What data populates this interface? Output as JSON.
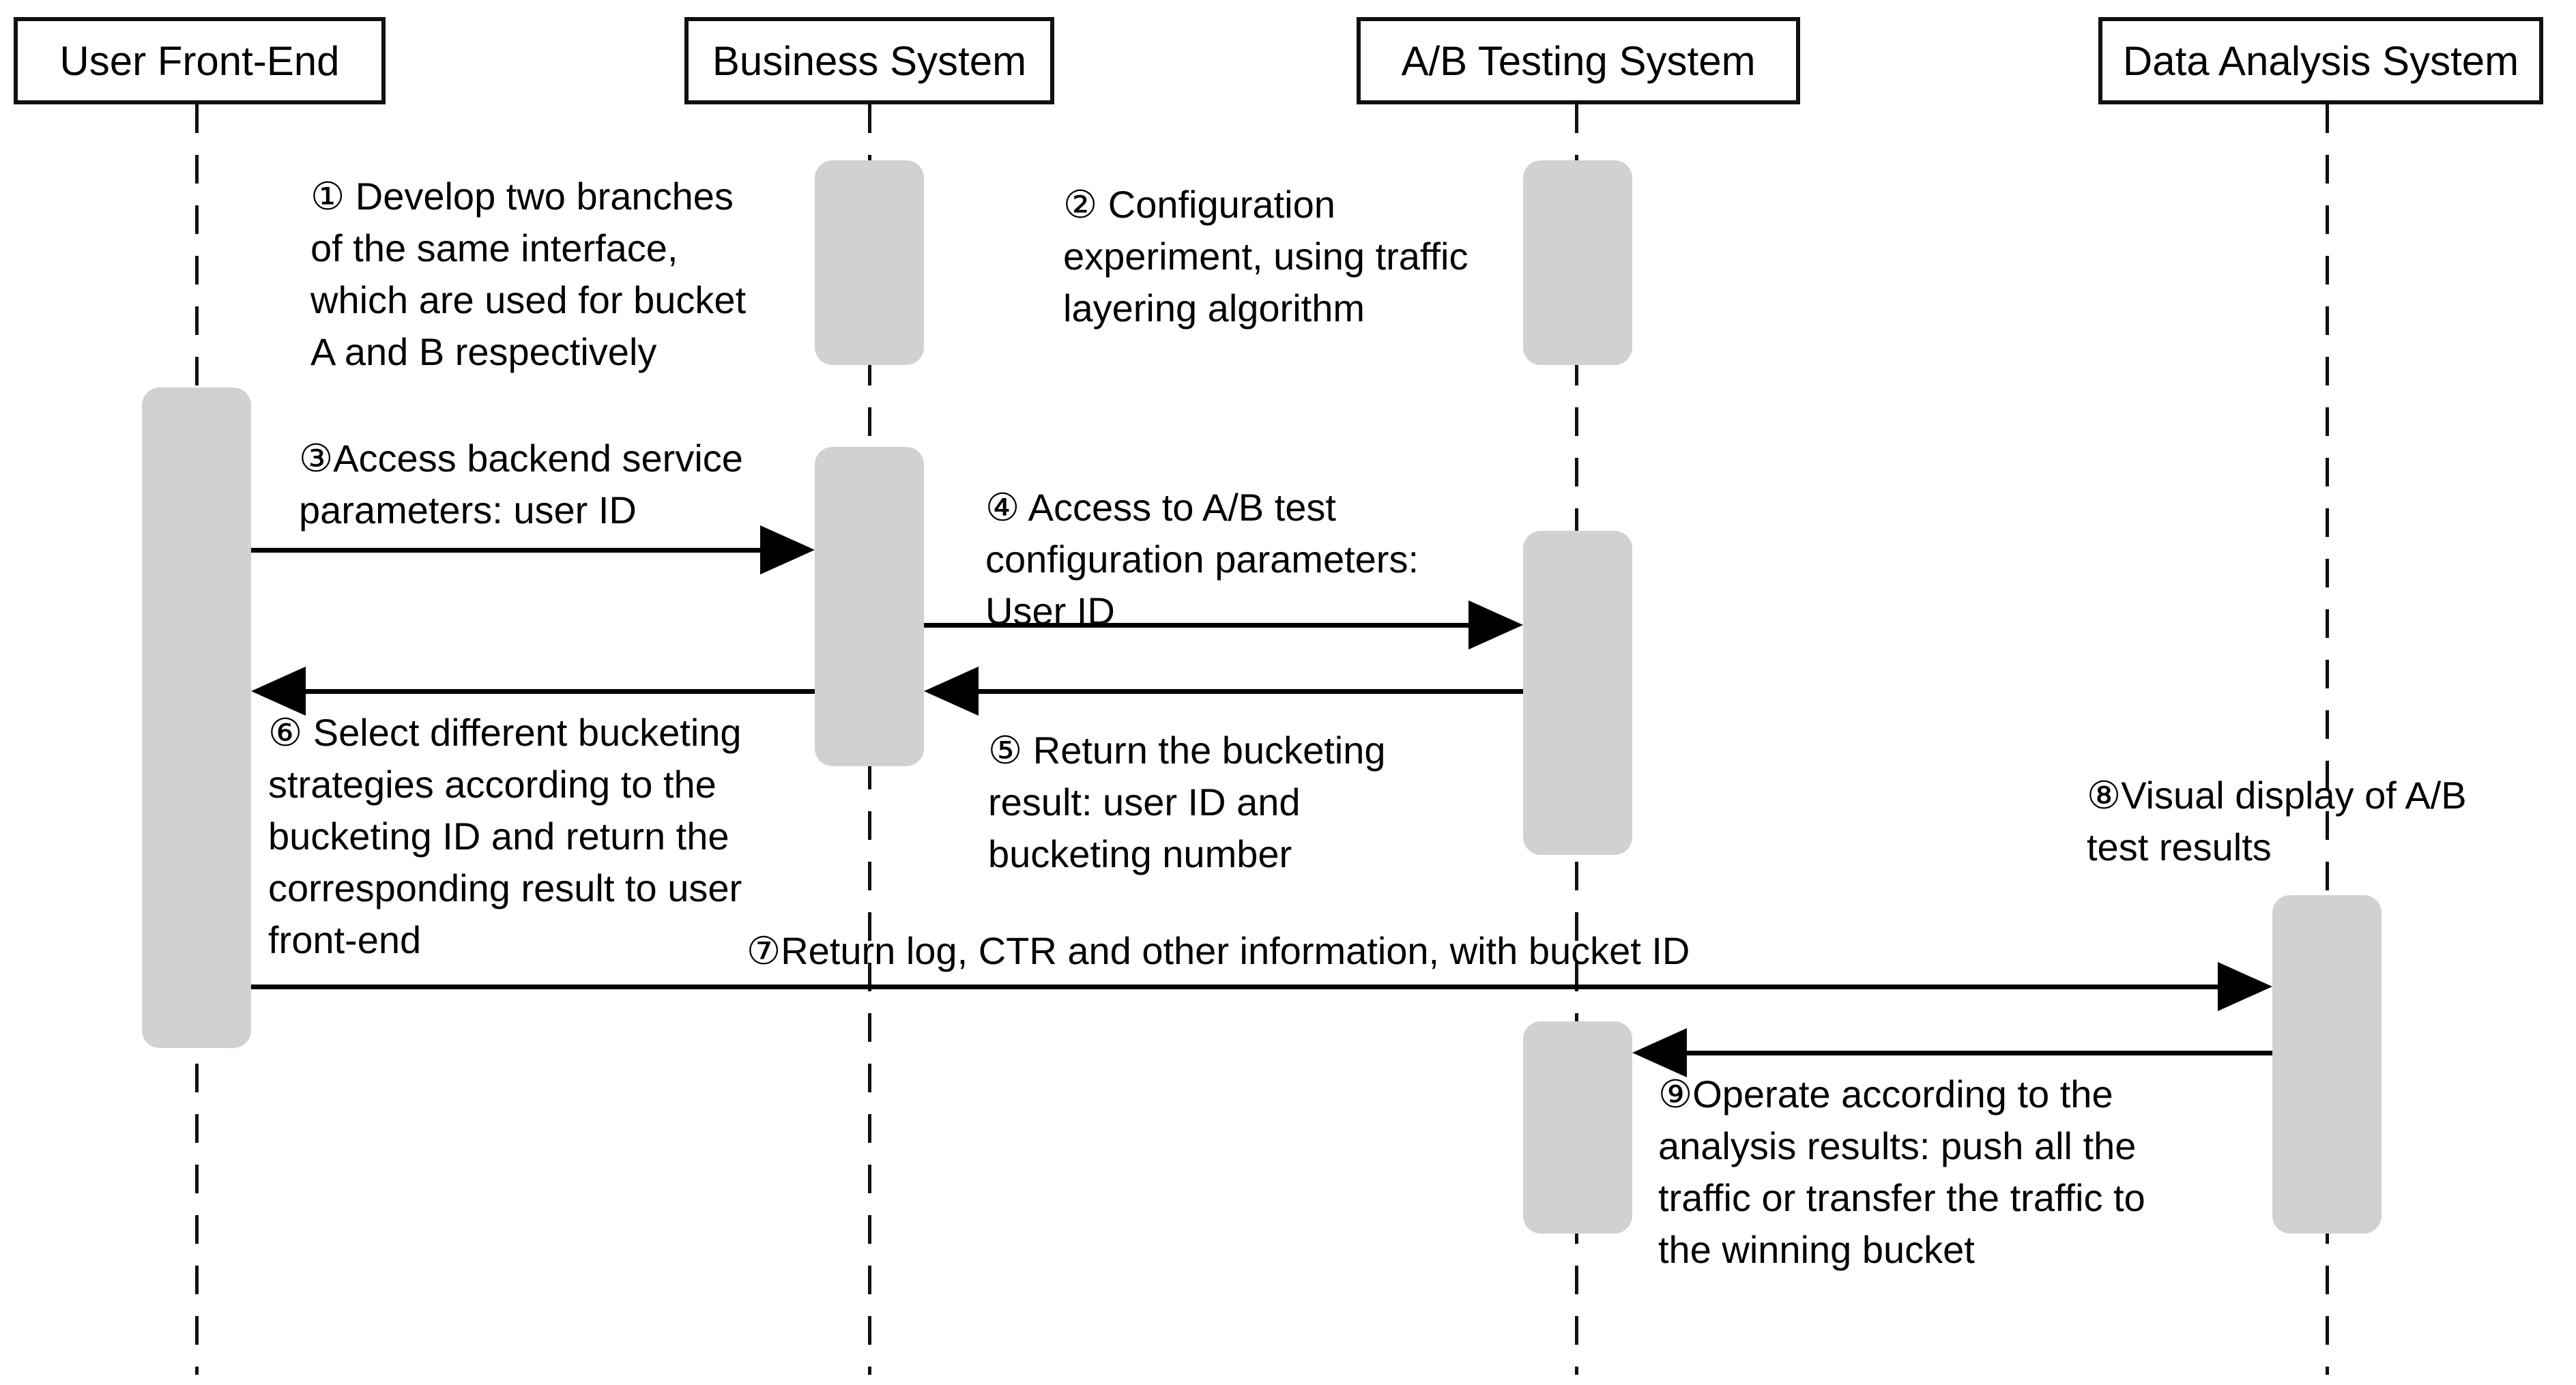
{
  "diagram": {
    "title": "A/B testing sequence diagram",
    "participants": [
      {
        "id": "user-front-end",
        "label": "User Front-End"
      },
      {
        "id": "business-system",
        "label": "Business System"
      },
      {
        "id": "ab-testing-system",
        "label": "A/B Testing System"
      },
      {
        "id": "data-analysis-system",
        "label": "Data Analysis System"
      }
    ],
    "notes": [
      {
        "num": "1",
        "text": "① Develop two branches\nof the same interface,\nwhich are used for bucket\nA and B respectively"
      },
      {
        "num": "2",
        "text": "② Configuration\nexperiment, using traffic\nlayering algorithm"
      },
      {
        "num": "3",
        "text": "③Access backend service\nparameters: user ID"
      },
      {
        "num": "4",
        "text": "④ Access to A/B test\nconfiguration parameters:\nUser ID"
      },
      {
        "num": "5",
        "text": "⑤ Return the bucketing\nresult: user ID and\nbucketing number"
      },
      {
        "num": "6",
        "text": "⑥ Select different bucketing\nstrategies according to the\nbucketing ID and return the\ncorresponding result to user\nfront-end"
      },
      {
        "num": "7",
        "text": "⑦Return log, CTR and other information, with bucket ID"
      },
      {
        "num": "8",
        "text": "⑧Visual display of A/B\ntest results"
      },
      {
        "num": "9",
        "text": "⑨Operate according to the\nanalysis results: push all the\ntraffic or transfer the traffic to\nthe winning bucket"
      }
    ],
    "messages": [
      {
        "num": "3",
        "from": "user-front-end",
        "to": "business-system"
      },
      {
        "num": "4",
        "from": "business-system",
        "to": "ab-testing-system"
      },
      {
        "num": "5",
        "from": "ab-testing-system",
        "to": "business-system"
      },
      {
        "num": "6",
        "from": "business-system",
        "to": "user-front-end"
      },
      {
        "num": "7",
        "from": "user-front-end",
        "to": "data-analysis-system"
      },
      {
        "num": "9",
        "from": "data-analysis-system",
        "to": "ab-testing-system"
      }
    ],
    "colors": {
      "activation_fill": "#d3d0d0",
      "line": "#000000",
      "box_border": "#111111",
      "background": "#ffffff"
    }
  }
}
